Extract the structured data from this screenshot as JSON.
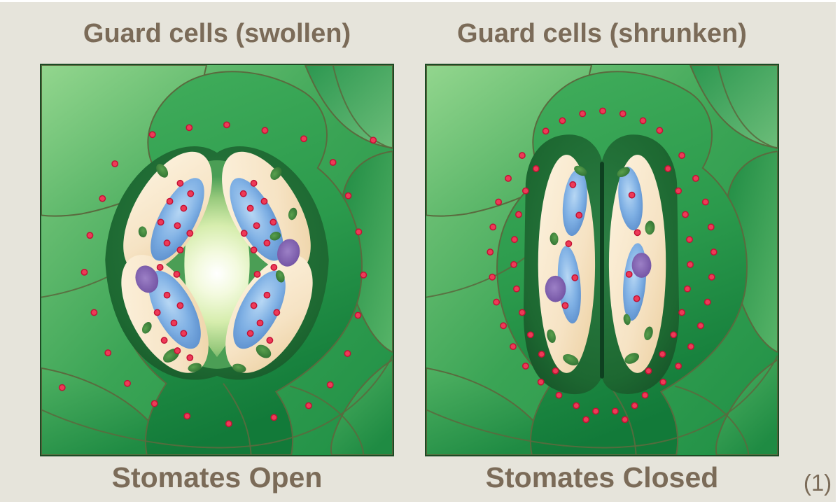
{
  "page": {
    "canvas_background": "#e6e4db",
    "text_color": "#7b6b58",
    "citation": "(1)"
  },
  "figure": {
    "ion_color": "#ee3a57",
    "ion_edge_color": "#c21235",
    "guard_cell_fill": "#f6e3c4",
    "vacuole_color": "#6ca0dc",
    "nucleus_color": "#7a58a8",
    "wall_color": "#1a632f",
    "pore_glow_color": "#f3fade"
  },
  "panels": [
    {
      "id": "open",
      "title": "Guard cells (swollen)",
      "caption": "Stomates Open",
      "state": "open",
      "ions_outside": [
        [
          160,
          100
        ],
        [
          213,
          90
        ],
        [
          267,
          86
        ],
        [
          322,
          94
        ],
        [
          378,
          106
        ],
        [
          106,
          142
        ],
        [
          420,
          140
        ],
        [
          88,
          192
        ],
        [
          442,
          188
        ],
        [
          70,
          245
        ],
        [
          457,
          240
        ],
        [
          62,
          298
        ],
        [
          464,
          302
        ],
        [
          76,
          356
        ],
        [
          456,
          360
        ],
        [
          96,
          414
        ],
        [
          441,
          415
        ],
        [
          124,
          458
        ],
        [
          416,
          460
        ],
        [
          163,
          487
        ],
        [
          385,
          490
        ],
        [
          210,
          505
        ],
        [
          335,
          507
        ],
        [
          270,
          516
        ],
        [
          30,
          464
        ],
        [
          478,
          108
        ]
      ],
      "ions_inside": [
        [
          200,
          170
        ],
        [
          215,
          185
        ],
        [
          185,
          196
        ],
        [
          205,
          206
        ],
        [
          172,
          226
        ],
        [
          196,
          231
        ],
        [
          214,
          242
        ],
        [
          181,
          256
        ],
        [
          200,
          266
        ],
        [
          171,
          291
        ],
        [
          195,
          301
        ],
        [
          181,
          331
        ],
        [
          200,
          346
        ],
        [
          167,
          356
        ],
        [
          191,
          371
        ],
        [
          205,
          386
        ],
        [
          177,
          396
        ],
        [
          196,
          411
        ],
        [
          214,
          421
        ],
        [
          306,
          170
        ],
        [
          291,
          185
        ],
        [
          321,
          196
        ],
        [
          301,
          206
        ],
        [
          334,
          226
        ],
        [
          310,
          231
        ],
        [
          292,
          242
        ],
        [
          325,
          256
        ],
        [
          306,
          266
        ],
        [
          335,
          291
        ],
        [
          311,
          301
        ],
        [
          325,
          331
        ],
        [
          306,
          346
        ],
        [
          339,
          356
        ],
        [
          315,
          371
        ],
        [
          301,
          386
        ],
        [
          329,
          396
        ]
      ]
    },
    {
      "id": "closed",
      "title": "Guard cells (shrunken)",
      "caption": "Stomates Closed",
      "state": "closed",
      "ions_outside": [
        [
          196,
          80
        ],
        [
          225,
          70
        ],
        [
          254,
          66
        ],
        [
          283,
          70
        ],
        [
          312,
          80
        ],
        [
          172,
          95
        ],
        [
          336,
          94
        ],
        [
          138,
          130
        ],
        [
          118,
          163
        ],
        [
          104,
          197
        ],
        [
          96,
          233
        ],
        [
          92,
          269
        ],
        [
          95,
          305
        ],
        [
          101,
          341
        ],
        [
          111,
          375
        ],
        [
          125,
          405
        ],
        [
          143,
          433
        ],
        [
          165,
          456
        ],
        [
          191,
          475
        ],
        [
          158,
          149
        ],
        [
          143,
          181
        ],
        [
          133,
          215
        ],
        [
          127,
          251
        ],
        [
          126,
          287
        ],
        [
          130,
          322
        ],
        [
          138,
          356
        ],
        [
          150,
          388
        ],
        [
          166,
          416
        ],
        [
          186,
          440
        ],
        [
          368,
          130
        ],
        [
          388,
          163
        ],
        [
          402,
          197
        ],
        [
          410,
          233
        ],
        [
          414,
          269
        ],
        [
          411,
          305
        ],
        [
          405,
          341
        ],
        [
          395,
          375
        ],
        [
          381,
          405
        ],
        [
          363,
          433
        ],
        [
          341,
          456
        ],
        [
          315,
          475
        ],
        [
          348,
          149
        ],
        [
          363,
          181
        ],
        [
          373,
          215
        ],
        [
          379,
          251
        ],
        [
          380,
          287
        ],
        [
          376,
          322
        ],
        [
          368,
          356
        ],
        [
          356,
          388
        ],
        [
          340,
          416
        ],
        [
          320,
          440
        ],
        [
          216,
          490
        ],
        [
          244,
          498
        ],
        [
          272,
          498
        ],
        [
          300,
          490
        ],
        [
          230,
          510
        ],
        [
          286,
          510
        ]
      ],
      "ions_inside": [
        [
          211,
          172
        ],
        [
          220,
          216
        ],
        [
          205,
          257
        ],
        [
          214,
          306
        ],
        [
          200,
          346
        ],
        [
          296,
          187
        ],
        [
          304,
          241
        ],
        [
          292,
          301
        ],
        [
          303,
          336
        ]
      ]
    }
  ]
}
